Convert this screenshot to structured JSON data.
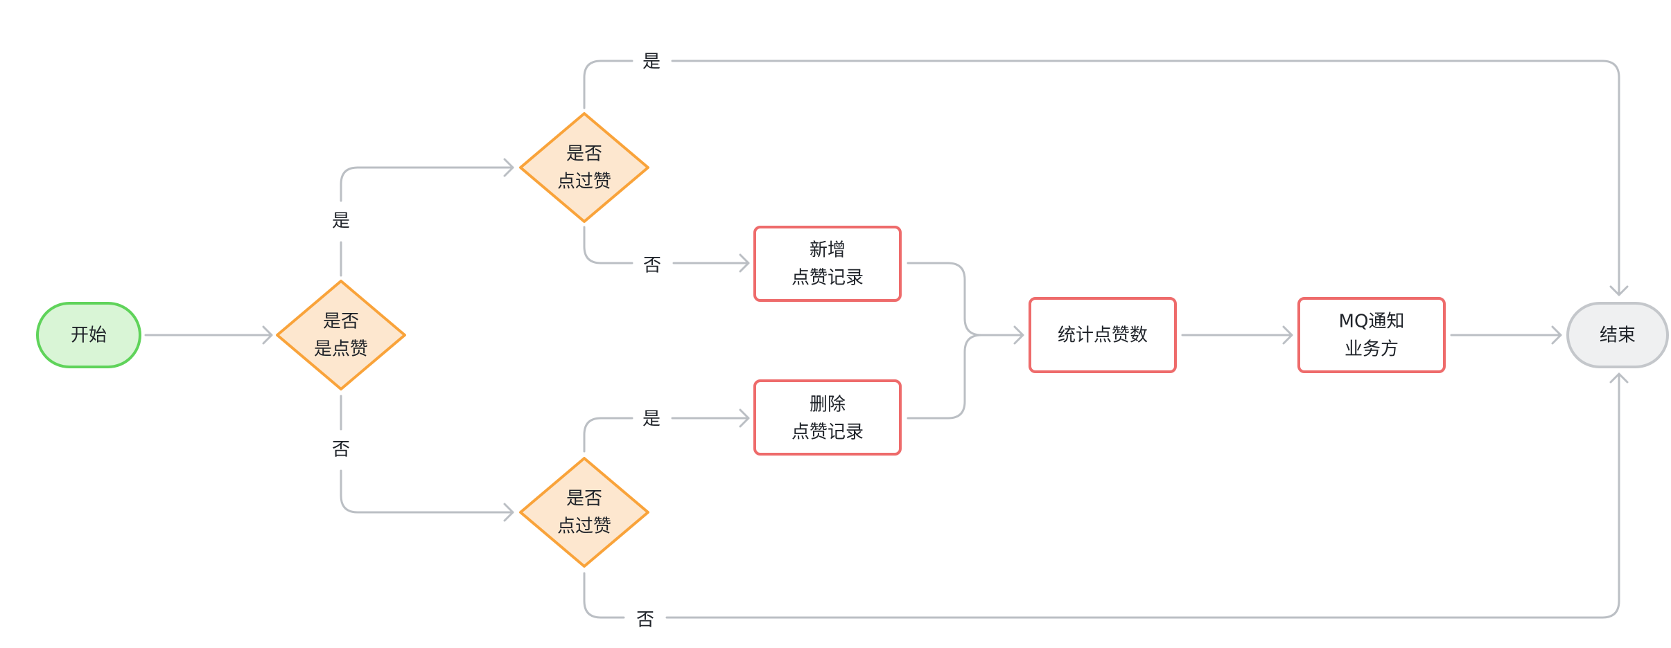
{
  "colors": {
    "start_fill": "#d9f5d6",
    "start_stroke": "#5fd35a",
    "decision_fill": "#fde7cf",
    "decision_stroke": "#f9a33a",
    "process_fill": "#ffffff",
    "process_stroke": "#ee6b6b",
    "end_fill": "#eff0f1",
    "end_stroke": "#c4c7cb",
    "edge": "#bbbfc4"
  },
  "nodes": {
    "start": {
      "label": "开始"
    },
    "decision_main": {
      "line1": "是否",
      "line2": "是点赞"
    },
    "decision_top": {
      "line1": "是否",
      "line2": "点过赞"
    },
    "decision_bottom": {
      "line1": "是否",
      "line2": "点过赞"
    },
    "add_record": {
      "line1": "新增",
      "line2": "点赞记录"
    },
    "delete_record": {
      "line1": "删除",
      "line2": "点赞记录"
    },
    "count": {
      "label": "统计点赞数"
    },
    "notify": {
      "line1": "MQ通知",
      "line2": "业务方"
    },
    "end": {
      "label": "结束"
    }
  },
  "edge_labels": {
    "main_yes": "是",
    "main_no": "否",
    "top_yes": "是",
    "top_no": "否",
    "bottom_yes": "是",
    "bottom_no": "否"
  }
}
